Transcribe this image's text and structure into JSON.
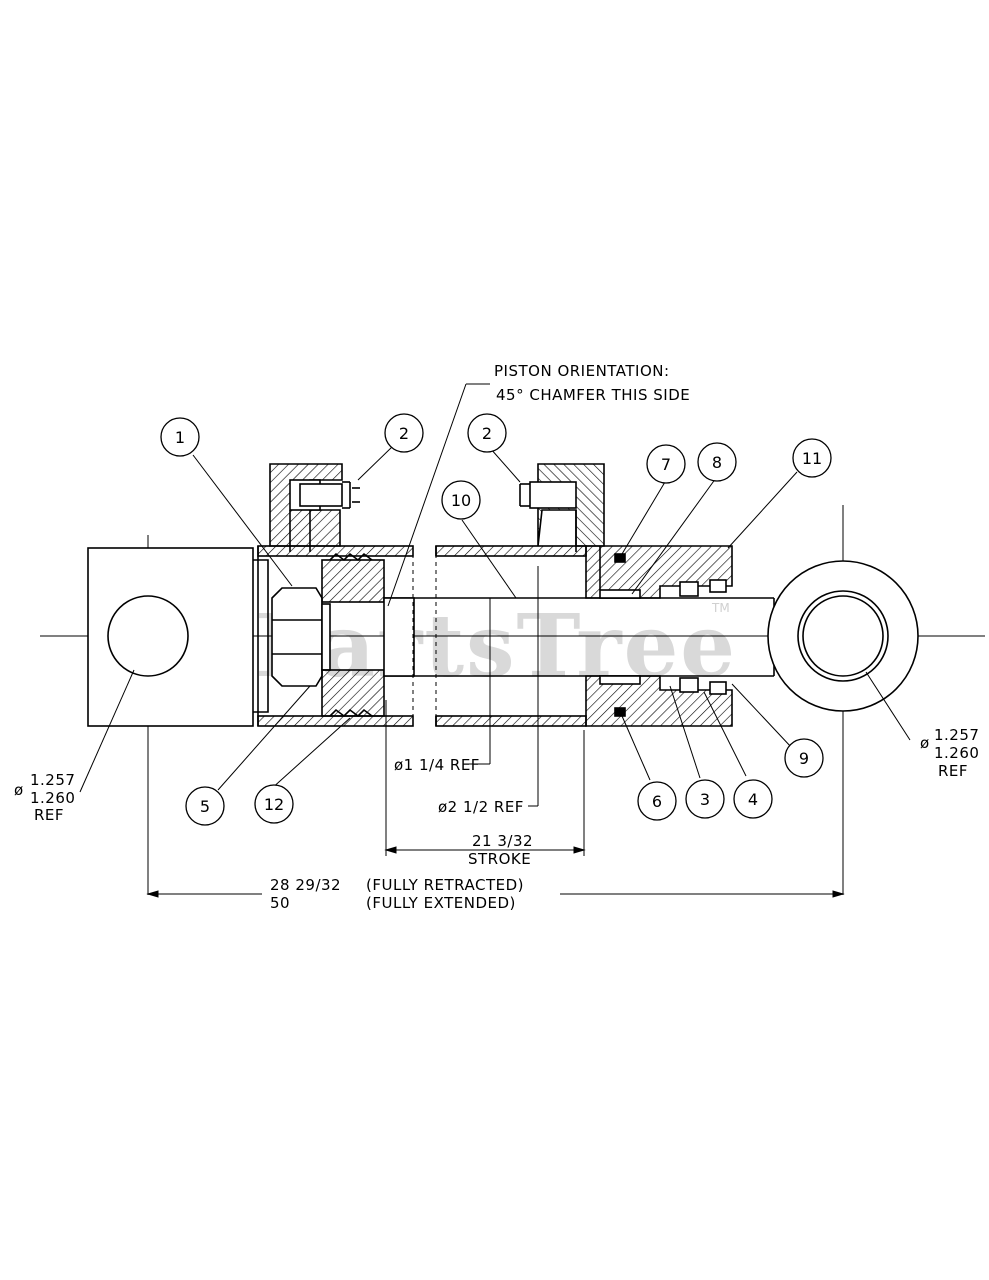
{
  "watermark": {
    "text": "PartsTree",
    "tm": "TM"
  },
  "notes": {
    "piston_orientation_line1": "PISTON ORIENTATION:",
    "piston_orientation_line2": "45° CHAMFER THIS SIDE"
  },
  "callouts": {
    "c1": "1",
    "c2a": "2",
    "c2b": "2",
    "c3": "3",
    "c4": "4",
    "c5": "5",
    "c6": "6",
    "c7": "7",
    "c8": "8",
    "c9": "9",
    "c10": "10",
    "c11": "11",
    "c12": "12"
  },
  "dimensions": {
    "left_bore": {
      "sym": "ø",
      "upper": "1.257",
      "lower": "1.260",
      "ref": "REF"
    },
    "right_bore": {
      "sym": "ø",
      "upper": "1.257",
      "lower": "1.260",
      "ref": "REF"
    },
    "rod_dia": "ø1 1/4 REF",
    "bore_dia": "ø2 1/2 REF",
    "stroke_value": "21 3/32",
    "stroke_label": "STROKE",
    "retracted_value": "28 29/32",
    "retracted_label": "(FULLY RETRACTED)",
    "extended_value": "50",
    "extended_label": "(FULLY EXTENDED)"
  }
}
